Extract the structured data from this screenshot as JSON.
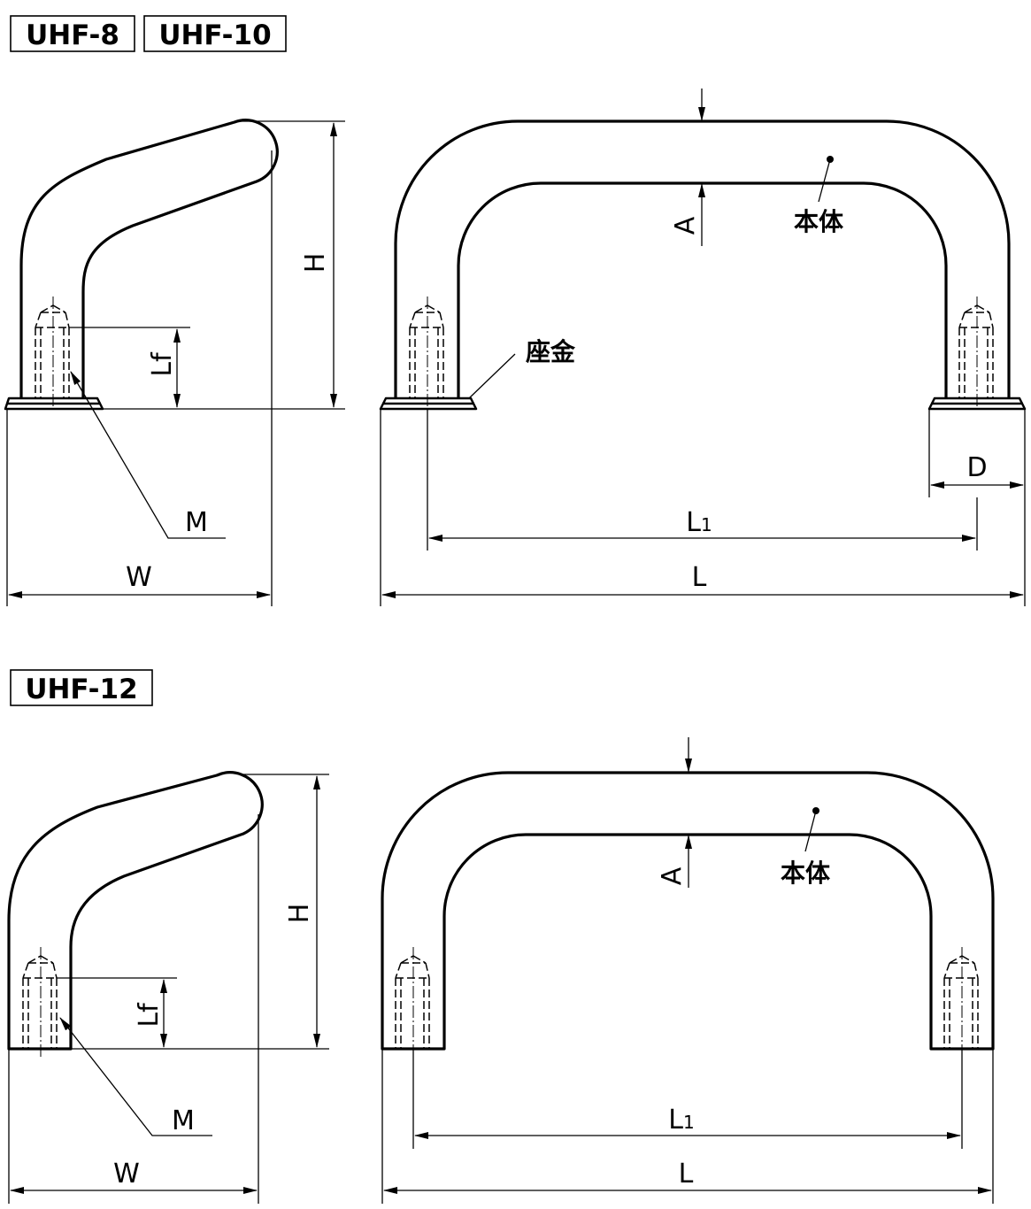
{
  "titles": {
    "top_a": "UHF-8",
    "top_b": "UHF-10",
    "bottom": "UHF-12"
  },
  "labels": {
    "H": "H",
    "Lf": "Lf",
    "M": "M",
    "W": "W",
    "A": "A",
    "D": "D",
    "L": "L",
    "L1_main": "L",
    "L1_sub": "1",
    "body": "本体",
    "washer": "座金"
  }
}
